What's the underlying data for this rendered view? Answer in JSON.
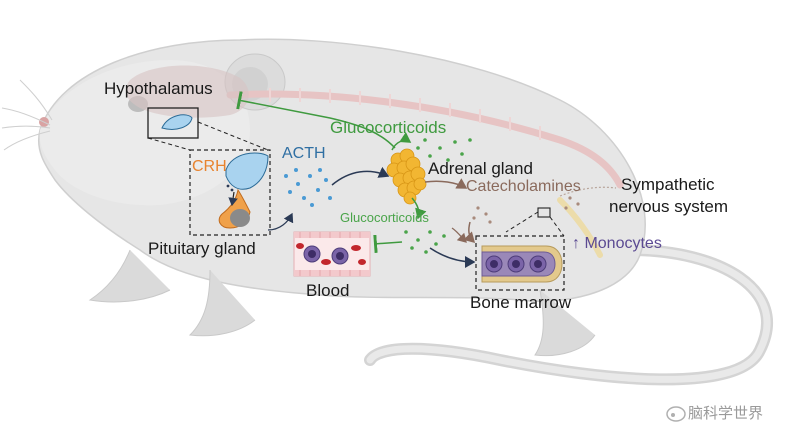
{
  "labels": {
    "hypothalamus": "Hypothalamus",
    "glucocorticoids_top": "Glucocorticoids",
    "crh": "CRH",
    "acth": "ACTH",
    "adrenal_gland": "Adrenal gland",
    "catecholamines": "Catecholamines",
    "sympathetic_line1": "Sympathetic",
    "sympathetic_line2": "nervous system",
    "glucocorticoids_mid": "Glucocorticoids",
    "monocytes": "↑ Monocytes",
    "pituitary_gland": "Pituitary gland",
    "blood": "Blood",
    "bone_marrow": "Bone marrow"
  },
  "watermark": "脑科学世界",
  "colors": {
    "glucocorticoid": "#3f9a3f",
    "crh": "#e8832e",
    "acth": "#2f6fa3",
    "catecholamine": "#8a6a5c",
    "monocyte": "#5b4a92",
    "adrenal": "#f2b632"
  }
}
